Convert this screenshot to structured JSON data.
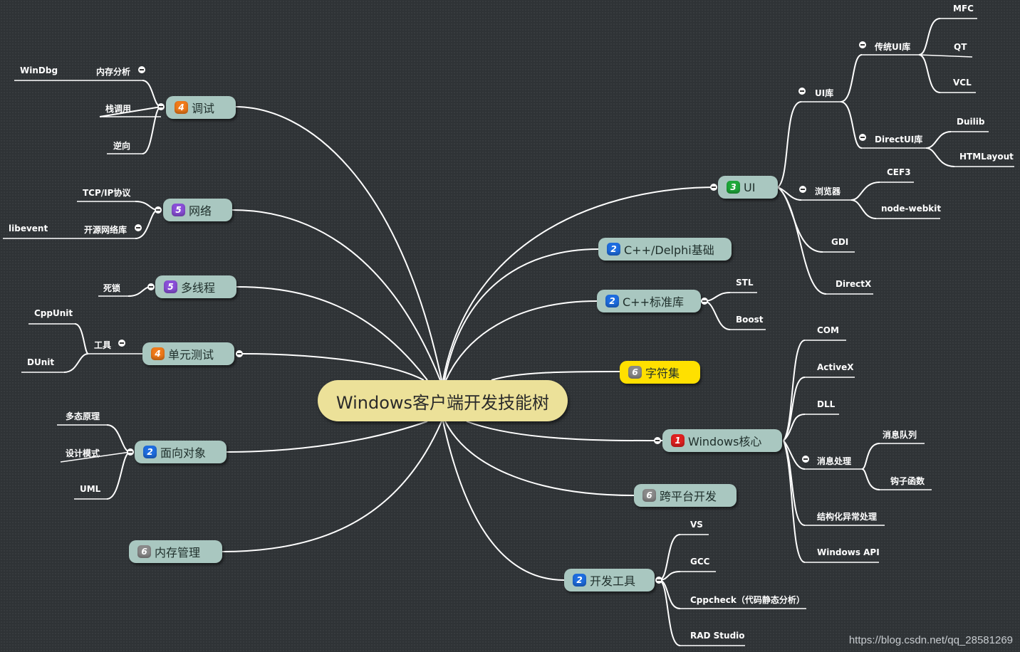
{
  "root": "Windows客户端开发技能树",
  "watermark": "https://blog.csdn.net/qq_28581269",
  "branches": {
    "debug": {
      "badge": "4",
      "label": "调试",
      "children": [
        "内存分析",
        "栈调用",
        "逆向"
      ],
      "sub": {
        "memory": [
          "WinDbg"
        ]
      }
    },
    "network": {
      "badge": "5",
      "label": "网络",
      "children": [
        "TCP/IP协议",
        "开源网络库"
      ],
      "sub": {
        "libs": [
          "libevent"
        ]
      }
    },
    "thread": {
      "badge": "5",
      "label": "多线程",
      "children": [
        "死锁"
      ]
    },
    "unittest": {
      "badge": "4",
      "label": "单元测试",
      "children": [
        "工具"
      ],
      "sub": {
        "tools": [
          "CppUnit",
          "DUnit"
        ]
      }
    },
    "oop": {
      "badge": "2",
      "label": "面向对象",
      "children": [
        "多态原理",
        "设计模式",
        "UML"
      ]
    },
    "memory": {
      "badge": "6",
      "label": "内存管理"
    },
    "ui": {
      "badge": "3",
      "label": "UI",
      "children": [
        "UI库",
        "浏览器",
        "GDI",
        "DirectX"
      ],
      "sub": {
        "uilib": [
          "传统UI库",
          "DirectUI库"
        ],
        "classic": [
          "MFC",
          "QT",
          "VCL"
        ],
        "directui": [
          "Duilib",
          "HTMLayout"
        ],
        "browser": [
          "CEF3",
          "node-webkit"
        ]
      }
    },
    "cppdelphi": {
      "badge": "2",
      "label": "C++/Delphi基础"
    },
    "stl": {
      "badge": "2",
      "label": "C++标准库",
      "children": [
        "STL",
        "Boost"
      ]
    },
    "charset": {
      "badge": "6",
      "label": "字符集"
    },
    "wincore": {
      "badge": "1",
      "label": "Windows核心",
      "children": [
        "COM",
        "ActiveX",
        "DLL",
        "消息处理",
        "结构化异常处理",
        "Windows API"
      ],
      "sub": {
        "msg": [
          "消息队列",
          "钩子函数"
        ]
      }
    },
    "cross": {
      "badge": "6",
      "label": "跨平台开发"
    },
    "tools": {
      "badge": "2",
      "label": "开发工具",
      "children": [
        "VS",
        "GCC",
        "Cppcheck（代码静态分析）",
        "RAD Studio"
      ]
    }
  },
  "colors": {
    "bg": "#2f3336",
    "node": "#a9c7c0",
    "root": "#ece199",
    "highlight": "#ffe000"
  }
}
